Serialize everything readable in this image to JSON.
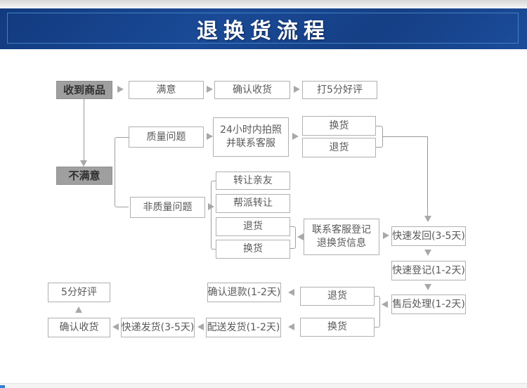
{
  "header": {
    "title": "退换货流程"
  },
  "colors": {
    "header_bg": "#16418c",
    "header_inner_border": "#3f80c1",
    "title_text": "#ffffff",
    "gray_node_bg": "#9f9f9f",
    "node_border": "#b0b0b0",
    "node_text": "#595959",
    "arrow_line": "#9a9a9a"
  },
  "nodes": {
    "received": "收到商品",
    "satisfied": "满意",
    "confirm_receipt_top": "确认收货",
    "five_star_top": "打5分好评",
    "unsatisfied": "不满意",
    "quality_issue": "质量问题",
    "photo_line1": "24小时内拍照",
    "photo_line2": "并联系客服",
    "exchange_q": "换货",
    "return_q": "退货",
    "non_quality_issue": "非质量问题",
    "transfer_friends": "转让亲友",
    "gang_transfer": "帮派转让",
    "return_nq": "退货",
    "exchange_nq": "换货",
    "contact_line1": "联系客服登记",
    "contact_line2": "退换货信息",
    "fast_send_back": "快速发回(3-5天)",
    "fast_register": "快速登记(1-2天)",
    "after_sale": "售后处理(1-2天)",
    "return_bottom": "退货",
    "exchange_bottom": "换货",
    "confirm_refund": "确认退款(1-2天)",
    "delivery_ship": "配送发货(1-2天)",
    "express_ship": "快递发货(3-5天)",
    "confirm_receipt_bottom": "确认收货",
    "five_star_bottom": "5分好评"
  }
}
